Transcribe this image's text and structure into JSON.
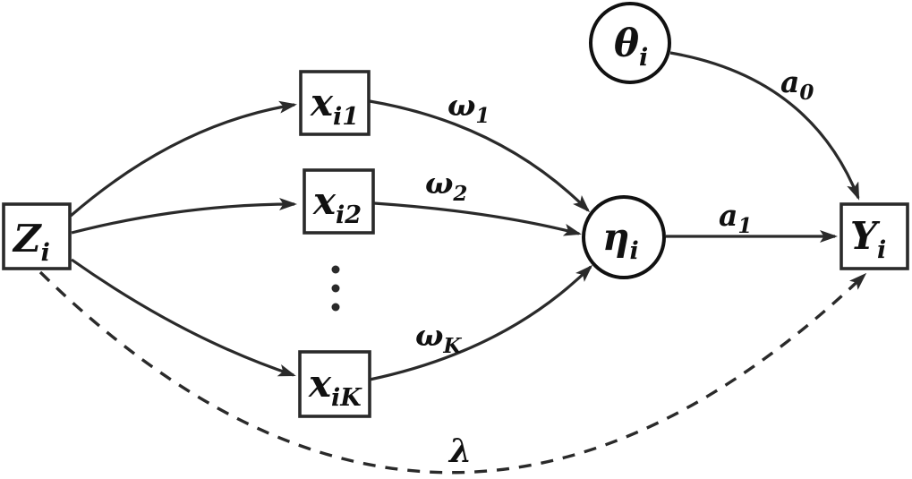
{
  "canvas": {
    "background": "#ffffff",
    "line_color": "#2a2a2a",
    "text_color": "#111111"
  },
  "nodes": {
    "z": {
      "base": "Z",
      "sub": "i",
      "shape": "square"
    },
    "x1": {
      "base": "x",
      "sub": "i1",
      "shape": "square"
    },
    "x2": {
      "base": "x",
      "sub": "i2",
      "shape": "square"
    },
    "xK": {
      "base": "x",
      "sub": "iK",
      "shape": "square"
    },
    "eta": {
      "base": "η",
      "sub": "i",
      "shape": "circle"
    },
    "theta": {
      "base": "θ",
      "sub": "i",
      "shape": "circle"
    },
    "y": {
      "base": "Y",
      "sub": "i",
      "shape": "square"
    }
  },
  "edge_labels": {
    "omega1": {
      "base": "ω",
      "sub": "1"
    },
    "omega2": {
      "base": "ω",
      "sub": "2"
    },
    "omegaK": {
      "base": "ω",
      "sub": "K"
    },
    "a0": {
      "base": "a",
      "sub": "0"
    },
    "a1": {
      "base": "a",
      "sub": "1"
    },
    "lambda": {
      "base": "λ",
      "sub": ""
    }
  },
  "edges": [
    {
      "from": "Z_i",
      "to": "x_i1",
      "style": "solid",
      "label": ""
    },
    {
      "from": "Z_i",
      "to": "x_i2",
      "style": "solid",
      "label": ""
    },
    {
      "from": "Z_i",
      "to": "x_iK",
      "style": "solid",
      "label": ""
    },
    {
      "from": "x_i1",
      "to": "η_i",
      "style": "solid",
      "label": "ω_1"
    },
    {
      "from": "x_i2",
      "to": "η_i",
      "style": "solid",
      "label": "ω_2"
    },
    {
      "from": "x_iK",
      "to": "η_i",
      "style": "solid",
      "label": "ω_K"
    },
    {
      "from": "θ_i",
      "to": "Y_i",
      "style": "solid",
      "label": "a_0"
    },
    {
      "from": "η_i",
      "to": "Y_i",
      "style": "solid",
      "label": "a_1"
    },
    {
      "from": "Z_i",
      "to": "Y_i",
      "style": "dashed",
      "label": "λ"
    }
  ],
  "ellipsis": {
    "between": [
      "x_i2",
      "x_iK"
    ],
    "glyph": "⋮"
  }
}
